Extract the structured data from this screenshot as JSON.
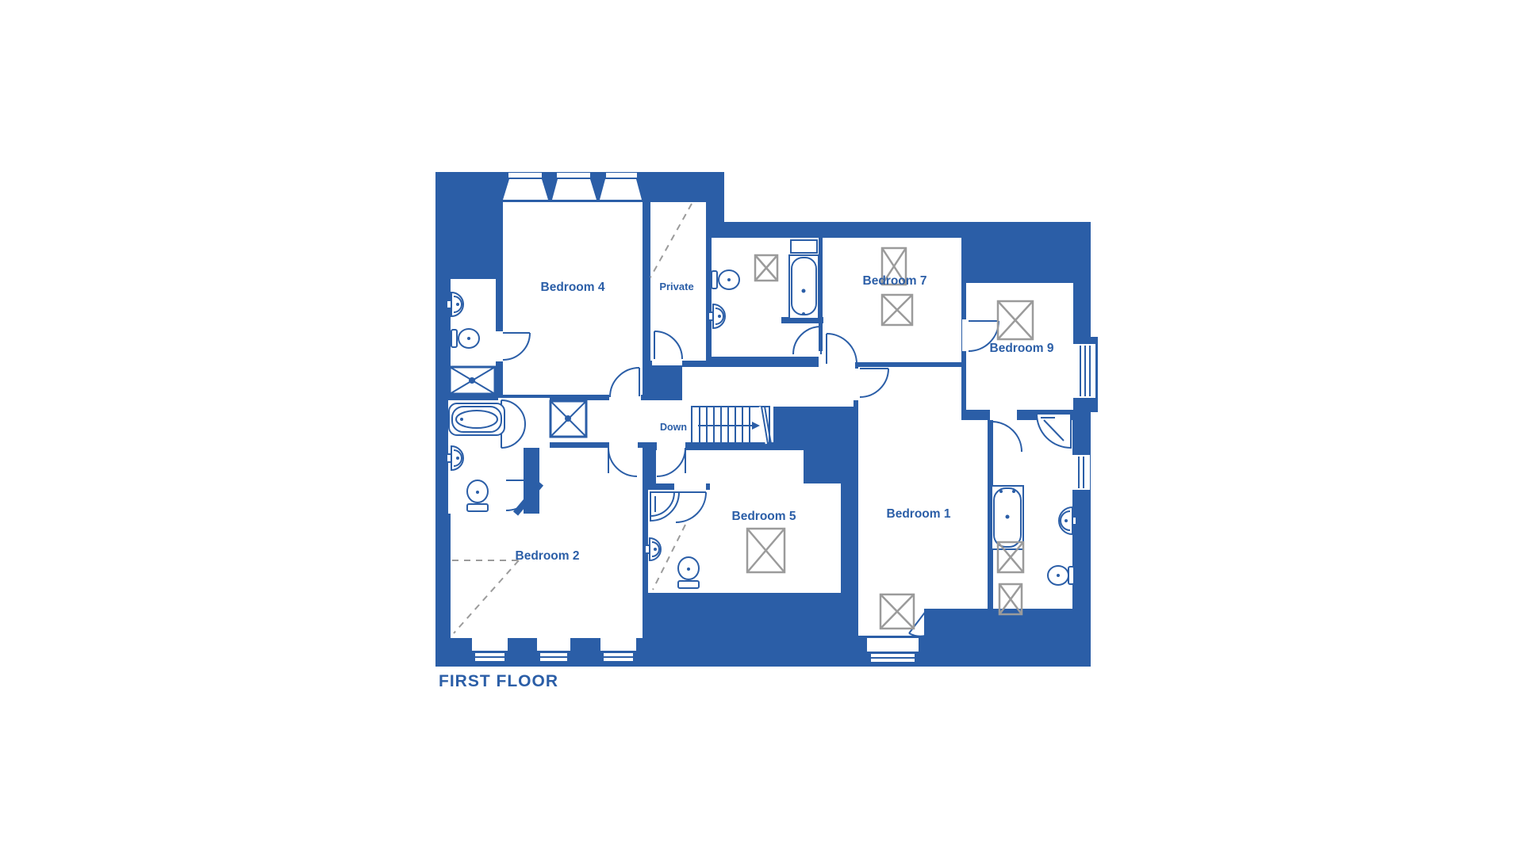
{
  "palette": {
    "plan_blue": "#2b5ea7",
    "fixture_gray": "#9b9b9b",
    "white": "#ffffff"
  },
  "floor_label": "FIRST FLOOR",
  "stairs": {
    "label": "Down"
  },
  "rooms": {
    "bedroom4": "Bedroom 4",
    "private": "Private",
    "bedroom7": "Bedroom 7",
    "bedroom9": "Bedroom 9",
    "bedroom5": "Bedroom 5",
    "bedroom1": "Bedroom 1",
    "bedroom2": "Bedroom 2"
  },
  "fixtures": {
    "toilet": "toilet-icon",
    "sink": "sink-icon",
    "bath": "bathtub-icon",
    "shower": "shower-tray-icon",
    "corner_shower": "corner-shower-icon",
    "skylight": "skylight-icon",
    "stairs": "stairs-icon",
    "door": "door-swing-icon",
    "window": "window-icon"
  }
}
